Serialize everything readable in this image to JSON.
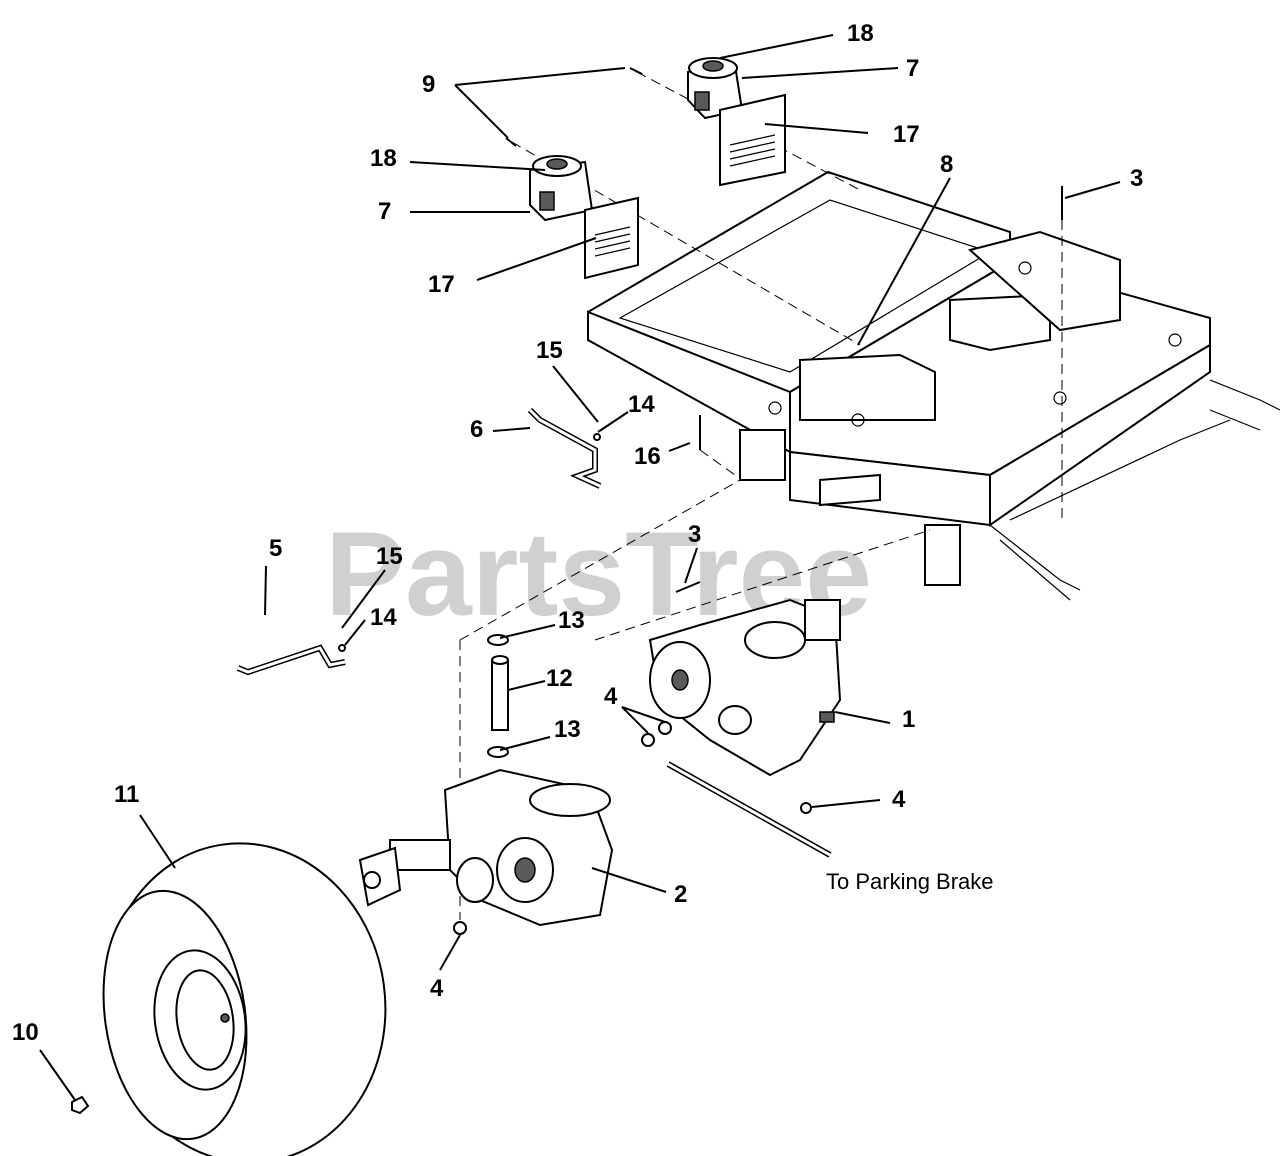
{
  "watermark": "PartsTree",
  "note": "To Parking Brake",
  "callouts": [
    {
      "id": "c18a",
      "label": "18"
    },
    {
      "id": "c7a",
      "label": "7"
    },
    {
      "id": "c17a",
      "label": "17"
    },
    {
      "id": "c9",
      "label": "9"
    },
    {
      "id": "c18b",
      "label": "18"
    },
    {
      "id": "c7b",
      "label": "7"
    },
    {
      "id": "c17b",
      "label": "17"
    },
    {
      "id": "c8",
      "label": "8"
    },
    {
      "id": "c3a",
      "label": "3"
    },
    {
      "id": "c15a",
      "label": "15"
    },
    {
      "id": "c14a",
      "label": "14"
    },
    {
      "id": "c6",
      "label": "6"
    },
    {
      "id": "c16",
      "label": "16"
    },
    {
      "id": "c5",
      "label": "5"
    },
    {
      "id": "c15b",
      "label": "15"
    },
    {
      "id": "c14b",
      "label": "14"
    },
    {
      "id": "c3b",
      "label": "3"
    },
    {
      "id": "c13a",
      "label": "13"
    },
    {
      "id": "c12",
      "label": "12"
    },
    {
      "id": "c13b",
      "label": "13"
    },
    {
      "id": "c4a",
      "label": "4"
    },
    {
      "id": "c1",
      "label": "1"
    },
    {
      "id": "c4b",
      "label": "4"
    },
    {
      "id": "c11",
      "label": "11"
    },
    {
      "id": "c2",
      "label": "2"
    },
    {
      "id": "c4c",
      "label": "4"
    },
    {
      "id": "c10",
      "label": "10"
    }
  ]
}
